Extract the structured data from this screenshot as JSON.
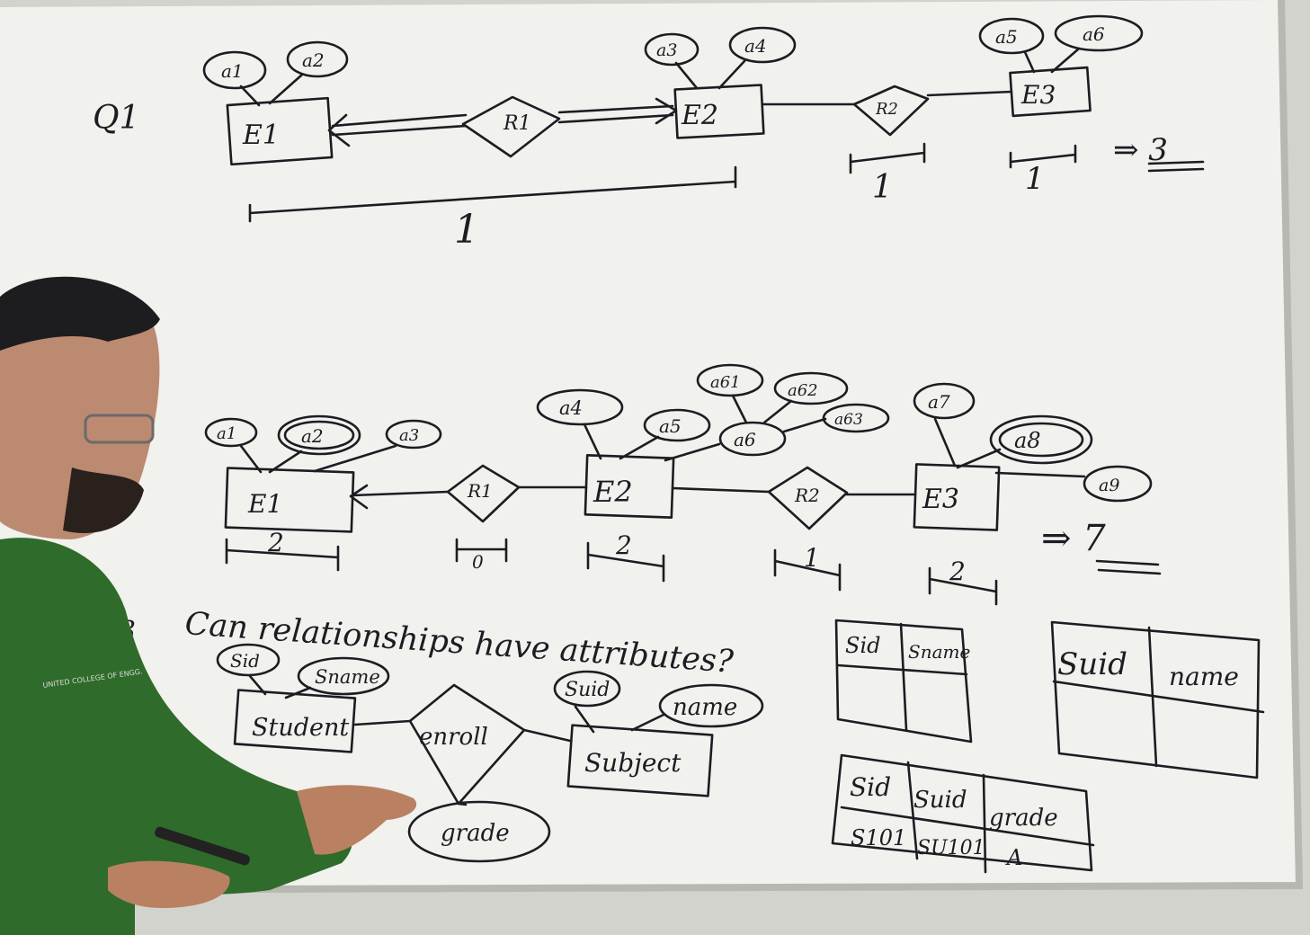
{
  "board": {
    "colors": {
      "board": "#f1f1ee",
      "ink": "#1c1c22",
      "frame": "#c9c9c4",
      "shirt": "#2f6b2a"
    },
    "q1": {
      "label": "Q1",
      "entities": [
        "E1",
        "E2",
        "E3"
      ],
      "relationships": [
        "R1",
        "R2"
      ],
      "attributes": [
        "a1",
        "a2",
        "a3",
        "a4",
        "a5",
        "a6"
      ],
      "counts": [
        "1",
        "1",
        "1"
      ],
      "result": "⇒ 3"
    },
    "q2": {
      "entities": [
        "E1",
        "E2",
        "E3"
      ],
      "relationships": [
        "R1",
        "R2"
      ],
      "attributes": [
        "a1",
        "a2",
        "a3",
        "a4",
        "a5",
        "a6",
        "a61",
        "a62",
        "a63",
        "a7",
        "a8",
        "a9"
      ],
      "counts": [
        "2",
        "0",
        "2",
        "1",
        "2"
      ],
      "result": "⇒ 7"
    },
    "q3": {
      "label": "3",
      "question": "Can relationships have attributes?",
      "entities": [
        "Student",
        "Subject"
      ],
      "relationship": "enroll",
      "attributes": [
        "Sid",
        "Sname",
        "Suid",
        "name",
        "grade"
      ]
    },
    "tables": {
      "student": {
        "headers": [
          "Sid",
          "Sname"
        ]
      },
      "subject": {
        "headers": [
          "Suid",
          "name"
        ]
      },
      "enroll": {
        "headers": [
          "Sid",
          "Suid",
          "grade"
        ],
        "row": [
          "S101",
          "SU101",
          "A"
        ]
      }
    }
  }
}
